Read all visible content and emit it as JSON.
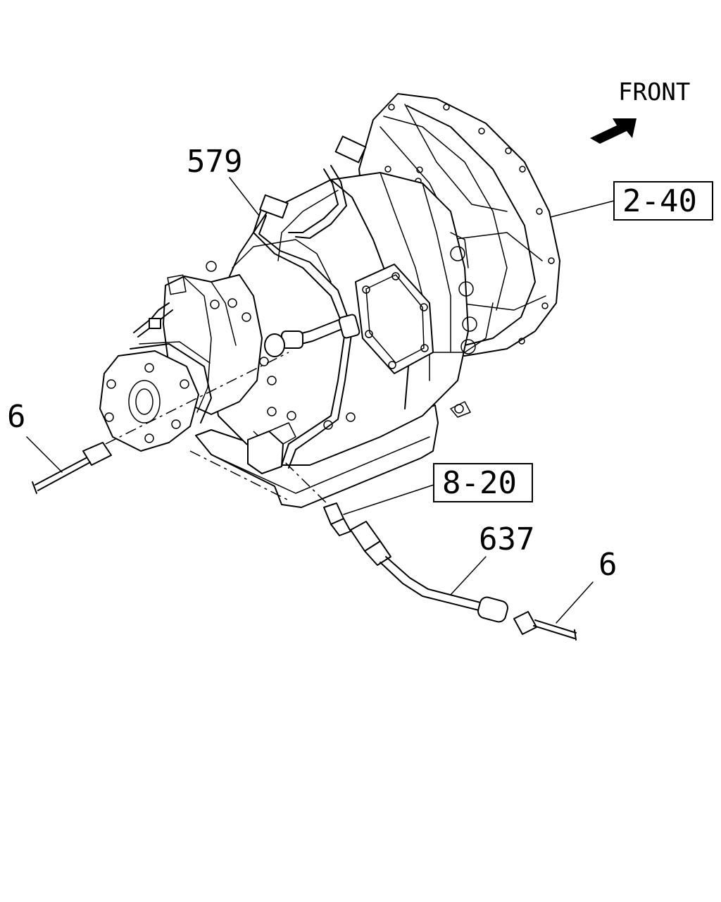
{
  "direction": {
    "label": "FRONT"
  },
  "callouts": {
    "part_579": "579",
    "ref_2_40": "2-40",
    "ref_8_20": "8-20",
    "part_637": "637",
    "part_6_left": "6",
    "part_6_right": "6"
  },
  "colors": {
    "line": "#000000",
    "background": "#ffffff"
  }
}
